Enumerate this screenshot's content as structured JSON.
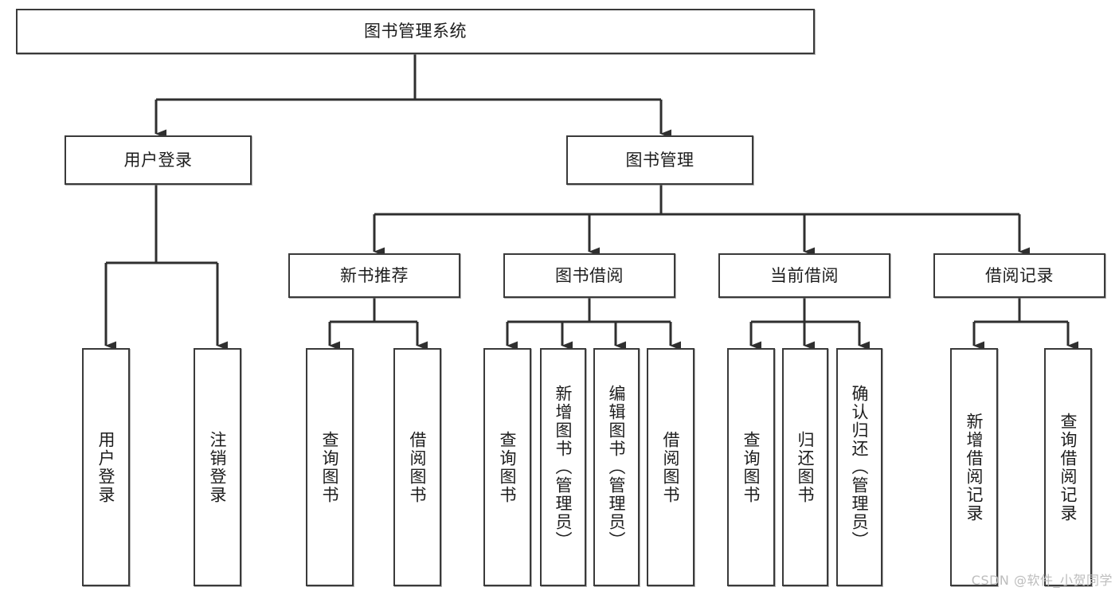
{
  "diagram": {
    "type": "tree",
    "title": "图书管理系统",
    "orientation": "top-down",
    "colors": {
      "box_border": "#3a3a3a",
      "box_fill": "#ffffff",
      "connector": "#2f2f2f",
      "text": "#1d1d1d",
      "watermark": "#bdbdbd"
    },
    "nodes": {
      "root": {
        "label": "图书管理系统"
      },
      "level2": [
        {
          "label": "用户登录"
        },
        {
          "label": "图书管理"
        }
      ],
      "level3": [
        {
          "label": "新书推荐"
        },
        {
          "label": "图书借阅"
        },
        {
          "label": "当前借阅"
        },
        {
          "label": "借阅记录"
        }
      ],
      "leaves_user_login": [
        {
          "label": "用户登录"
        },
        {
          "label": "注销登录"
        }
      ],
      "leaves_new_book": [
        {
          "label": "查询图书"
        },
        {
          "label": "借阅图书"
        }
      ],
      "leaves_borrow": [
        {
          "label": "查询图书"
        },
        {
          "label": "新增图书（管理员）"
        },
        {
          "label": "编辑图书（管理员）"
        },
        {
          "label": "借阅图书"
        }
      ],
      "leaves_current": [
        {
          "label": "查询图书"
        },
        {
          "label": "归还图书"
        },
        {
          "label": "确认归还（管理员）"
        }
      ],
      "leaves_records": [
        {
          "label": "新增借阅记录"
        },
        {
          "label": "查询借阅记录"
        }
      ]
    }
  },
  "watermark": {
    "text": "CSDN @软件_小贺同学"
  }
}
